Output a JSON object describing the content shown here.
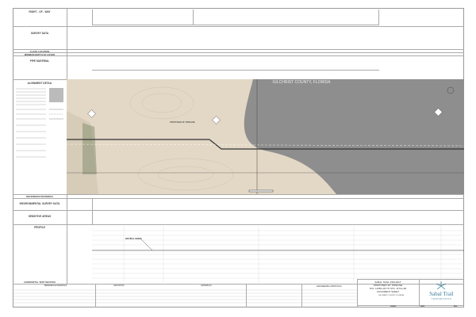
{
  "sections": {
    "right_of_way": "RIGHT - OF - WAY",
    "survey_data": "SURVEY DATA",
    "class_location": "CLASS LOCATION",
    "min_depth": "MINIMUM DEPTH OF COVER",
    "pipe_material": "PIPE MATERIAL",
    "alignment_detail": "ALIGNMENT DETAIL",
    "reference_drawings": "REFERENCE DRAWINGS",
    "environmental": "ENVIRONMENTAL SURVEY DATA",
    "sensitive_areas": "SENSITIVE AREAS",
    "profile": "PROFILE",
    "horizontal_test": "HORIZONTAL TEST SECTION"
  },
  "map": {
    "county_label": "GILCHRIST COUNTY, FLORIDA",
    "pipeline_label": "PROPOSED 36\" PIPELINE",
    "tan_color": "#e3d8c6",
    "gray_color": "#8e8e8e"
  },
  "profile": {
    "natural_grade": "NATURAL GRADE"
  },
  "bottom": {
    "reference_drawings": "REFERENCE DRAWINGS",
    "revisions": "REVISIONS",
    "materials": "MATERIALS",
    "engineering_approvals": "ENGINEERING APPROVALS"
  },
  "title_block": {
    "line1": "SABAL TRAIL PROJECT",
    "line2": "PROPOSED 36\" PIPELINE",
    "line3": "STA. 11656+00 TO STA. 11711+00",
    "line4": "ALIGNMENT SHEET",
    "location": "GILCHRIST COUNTY, FLORIDA",
    "scale_label": "SCALE:",
    "dwg_label": "DWG:",
    "rev_label": "REV:"
  },
  "logo": {
    "name": "Sabal Trail",
    "sub": "TRANSMISSION",
    "color": "#3a7d9a"
  }
}
